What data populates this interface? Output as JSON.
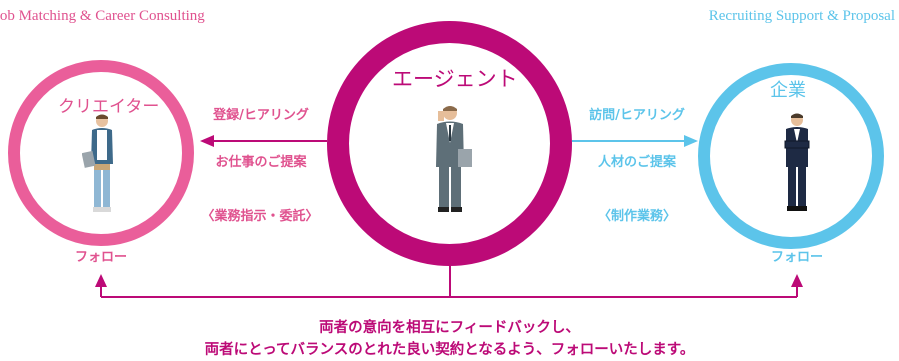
{
  "taglines": {
    "left": "Job Matching & Career Consulting",
    "right": "Recruiting Support & Proposal"
  },
  "nodes": {
    "creator": {
      "title": "クリエイター",
      "follow": "フォロー"
    },
    "agent": {
      "title": "エージェント"
    },
    "company": {
      "title": "企業",
      "follow": "フォロー"
    }
  },
  "left_flow": {
    "top": "登録/ヒアリング",
    "bottom": "お仕事のご提案",
    "note": "〈業務指示・委託〉"
  },
  "right_flow": {
    "top": "訪問/ヒアリング",
    "bottom": "人材のご提案",
    "note": "〈制作業務〉"
  },
  "message": {
    "line1": "両者の意向を相互にフィードバックし、",
    "line2": "両者にとってバランスのとれた良い契約となるよう、フォローいたします。"
  },
  "colors": {
    "creator": "#ea5e9a",
    "agent": "#bc0a77",
    "company": "#5cc4ea"
  }
}
